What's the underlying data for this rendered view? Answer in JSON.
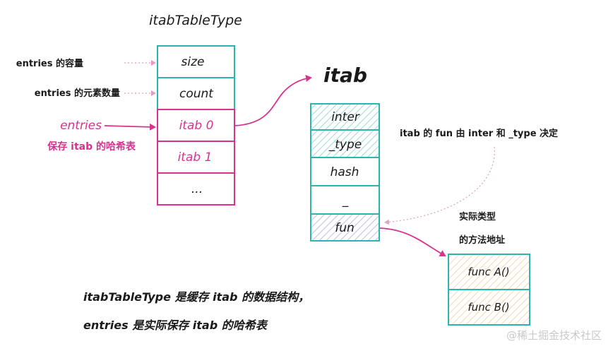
{
  "table": {
    "title": "itabTableType",
    "cells": [
      "size",
      "count",
      "itab 0",
      "itab 1",
      "..."
    ],
    "annotations": {
      "size": "entries 的容量",
      "count": "entries 的元素数量",
      "entries_label": "entries",
      "entries_desc": "保存 itab 的哈希表"
    }
  },
  "itab": {
    "title": "itab",
    "cells": [
      "inter",
      "_type",
      "hash",
      "_",
      "fun"
    ],
    "note": "itab 的 fun 由 inter 和 _type 决定"
  },
  "methods": {
    "label_line1": "实际类型",
    "label_line2": "的方法地址",
    "cells": [
      "func A()",
      "func B()"
    ]
  },
  "caption": {
    "line1": "itabTableType 是缓存 itab 的数据结构，",
    "line2": "entries 是实际保存 itab 的哈希表"
  },
  "watermark": "@稀土掘金技术社区",
  "colors": {
    "teal": "#2bb5b0",
    "pink": "#d6338f",
    "hatch_teal": "#9fd8d6",
    "hatch_purple": "#c4b7e6",
    "hatch_orange": "#f6d2a6"
  }
}
